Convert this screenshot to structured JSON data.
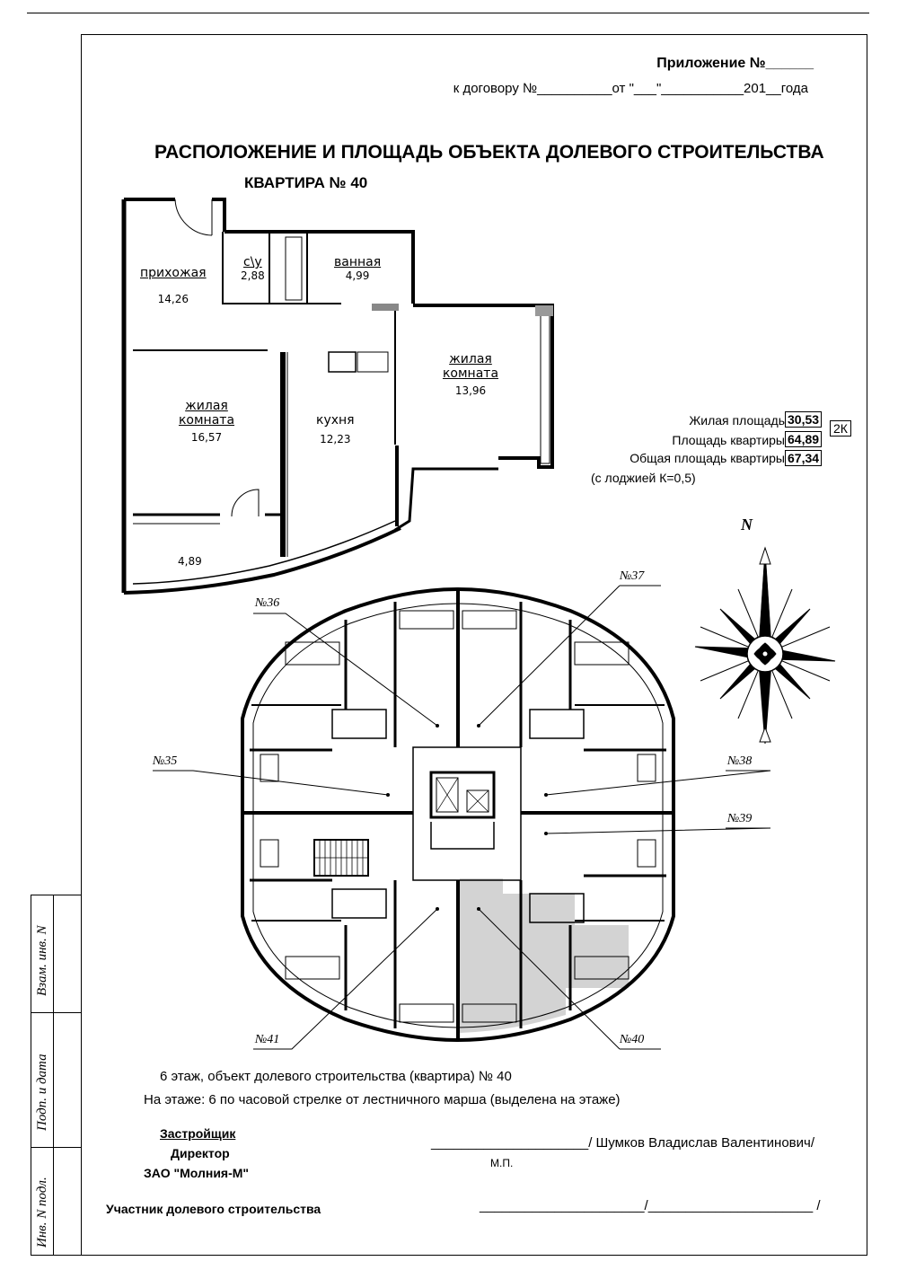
{
  "header": {
    "appendix": "Приложение №______",
    "contract": "к договору №__________от \"___\"___________201__года"
  },
  "title": "РАСПОЛОЖЕНИЕ И ПЛОЩАДЬ ОБЪЕКТА ДОЛЕВОГО СТРОИТЕЛЬСТВА",
  "subtitle": "КВАРТИРА № 40",
  "rooms": [
    {
      "name": "прихожая",
      "area": "14,26"
    },
    {
      "name": "с\\у",
      "area": "2,88"
    },
    {
      "name": "ванная",
      "area": "4,99"
    },
    {
      "name": "жилая комната",
      "area": "13,96"
    },
    {
      "name": "жилая комната",
      "area": "16,57"
    },
    {
      "name": "кухня",
      "area": "12,23"
    },
    {
      "name": "",
      "area": "4,89"
    }
  ],
  "areas": {
    "living_label": "Жилая площадь",
    "living_value": "30,53",
    "type_badge": "2К",
    "apartment_label": "Площадь квартиры",
    "apartment_value": "64,89",
    "total_label": "Общая площадь квартиры",
    "total_value": "67,34",
    "note": "(с лоджией К=0,5)"
  },
  "compass": {
    "north": "N"
  },
  "callouts": {
    "n36": "№36",
    "n37": "№37",
    "n35": "№35",
    "n38": "№38",
    "n39": "№39",
    "n41": "№41",
    "n40": "№40"
  },
  "floor_info": {
    "line1": "6 этаж, объект долевого строительства (квартира) № 40",
    "line2": "На этаже:  6 по часовой стрелке от лестничного марша (выделена на этаже)"
  },
  "signatures": {
    "developer": "Застройщик",
    "director": "Директор",
    "company": "ЗАО \"Молния-М\"",
    "signer": "_____________________/ Шумков Владислав Валентинович/",
    "stamp": "М.П.",
    "participant": "Участник долевого строительства",
    "participant_line": "______________________/______________________ /"
  },
  "sidebar": {
    "label1": "Взам. инв. N",
    "label2": "Подп. и дата",
    "label3": "Инв. N подл."
  }
}
